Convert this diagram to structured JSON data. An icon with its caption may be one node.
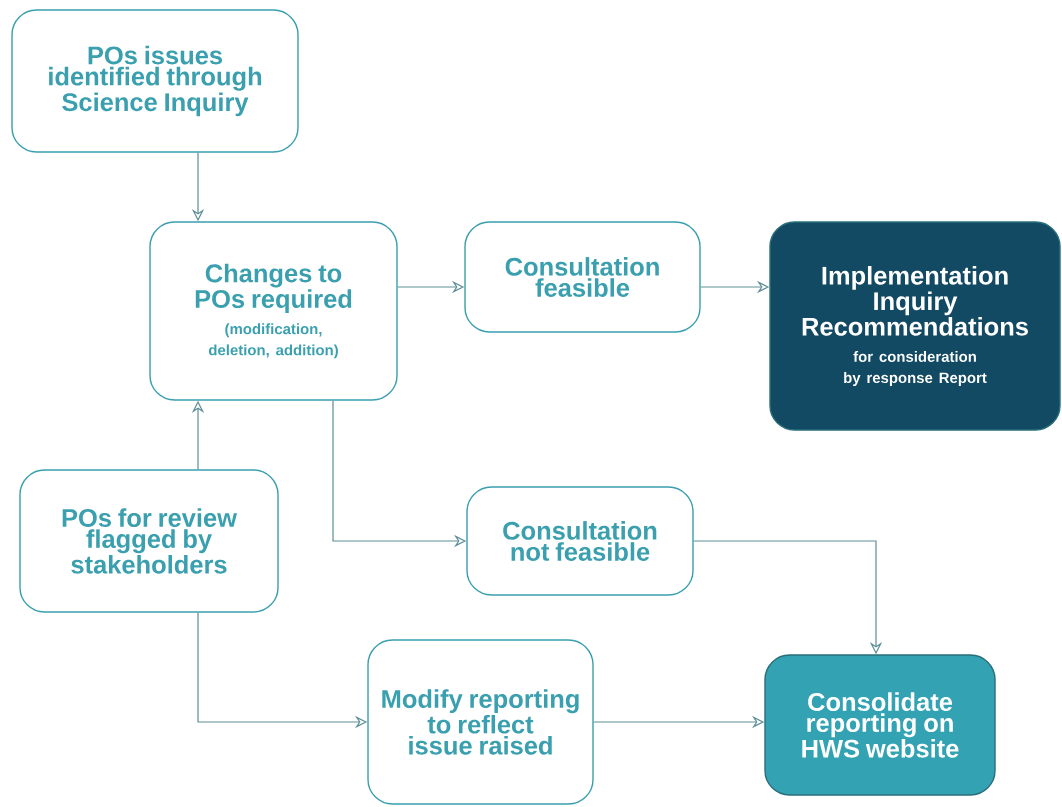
{
  "diagram": {
    "nodes": [
      {
        "text": [
          "POs issues identified through Science Inquiry"
        ]
      },
      {
        "text": [
          "Changes to POs required",
          "(modification, deletion, addition)"
        ]
      },
      {
        "text": [
          "Consultation feasible"
        ]
      },
      {
        "text": [
          "Implementation Inquiry Recommendations",
          "for consideration by response Report"
        ]
      },
      {
        "text": [
          "POs for review flagged by stakeholders"
        ]
      },
      {
        "text": [
          "Consultation not feasible"
        ]
      },
      {
        "text": [
          "Modify reporting to reflect issue raised"
        ]
      },
      {
        "text": [
          "Consolidate reporting on HWS website"
        ]
      }
    ],
    "edges": [
      {
        "from": 0,
        "to": 1,
        "arrow": "to"
      },
      {
        "from": 1,
        "to": 2,
        "arrow": "to"
      },
      {
        "from": 2,
        "to": 3,
        "arrow": "to"
      },
      {
        "from": 4,
        "to": 1,
        "arrow": "to"
      },
      {
        "from": 1,
        "to": 5,
        "arrow": "to"
      },
      {
        "from": 5,
        "to": 7,
        "arrow": "to"
      },
      {
        "from": 4,
        "to": 6,
        "arrow": "to"
      },
      {
        "from": 6,
        "to": 7,
        "arrow": "to"
      }
    ]
  }
}
